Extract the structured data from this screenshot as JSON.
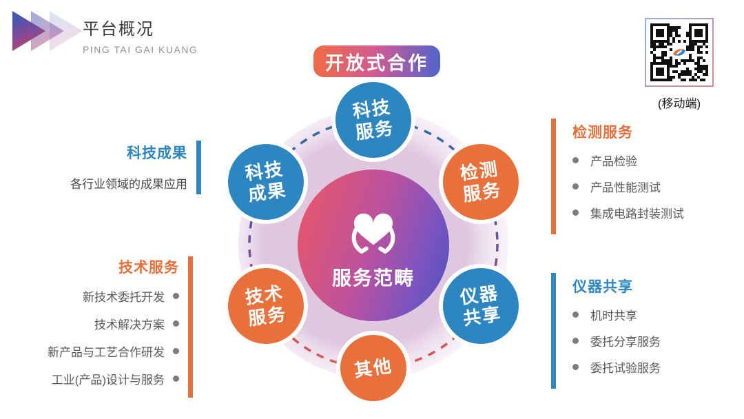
{
  "header": {
    "title": "平台概况",
    "subtitle": "PING TAI GAI KUANG"
  },
  "logo_icon": "triple-chevron-icon",
  "qr": {
    "caption": "(移动端)",
    "icon": "qr-code-with-logo"
  },
  "banner": {
    "label": "开放式合作"
  },
  "center": {
    "label": "服务范畴",
    "icon": "heart-in-hands-icon"
  },
  "nodes": [
    {
      "lines": [
        "科技",
        "服务"
      ],
      "color": "blue"
    },
    {
      "lines": [
        "检测",
        "服务"
      ],
      "color": "orange"
    },
    {
      "lines": [
        "仪器",
        "共享"
      ],
      "color": "blue"
    },
    {
      "lines": [
        "其他"
      ],
      "color": "orange"
    },
    {
      "lines": [
        "技术",
        "服务"
      ],
      "color": "orange"
    },
    {
      "lines": [
        "科技",
        "成果"
      ],
      "color": "blue"
    }
  ],
  "panels": {
    "left_top": {
      "title": "科技成果",
      "accent": "blue",
      "body": "各行业领域的成果应用"
    },
    "left_bottom": {
      "title": "技术服务",
      "accent": "orange",
      "items": [
        "新技术委托开发",
        "技术解决方案",
        "新产品与工艺合作研发",
        "工业(产品)设计与服务"
      ]
    },
    "right_top": {
      "title": "检测服务",
      "accent": "orange",
      "items": [
        "产品检验",
        "产品性能测试",
        "集成电路封装测试"
      ]
    },
    "right_bottom": {
      "title": "仪器共享",
      "accent": "blue",
      "items": [
        "机时共享",
        "委托分享服务",
        "委托试验服务"
      ]
    }
  },
  "colors": {
    "blue": "#2e86c1",
    "orange": "#e8703a",
    "banner_from": "#ee6a4c",
    "banner_to": "#5a63c8",
    "center_from": "#e4576d",
    "center_to": "#4b51ba",
    "ring_top": "#2d6aa7",
    "ring_mid": "#864d97",
    "ring_bottom": "#e25a4c"
  }
}
